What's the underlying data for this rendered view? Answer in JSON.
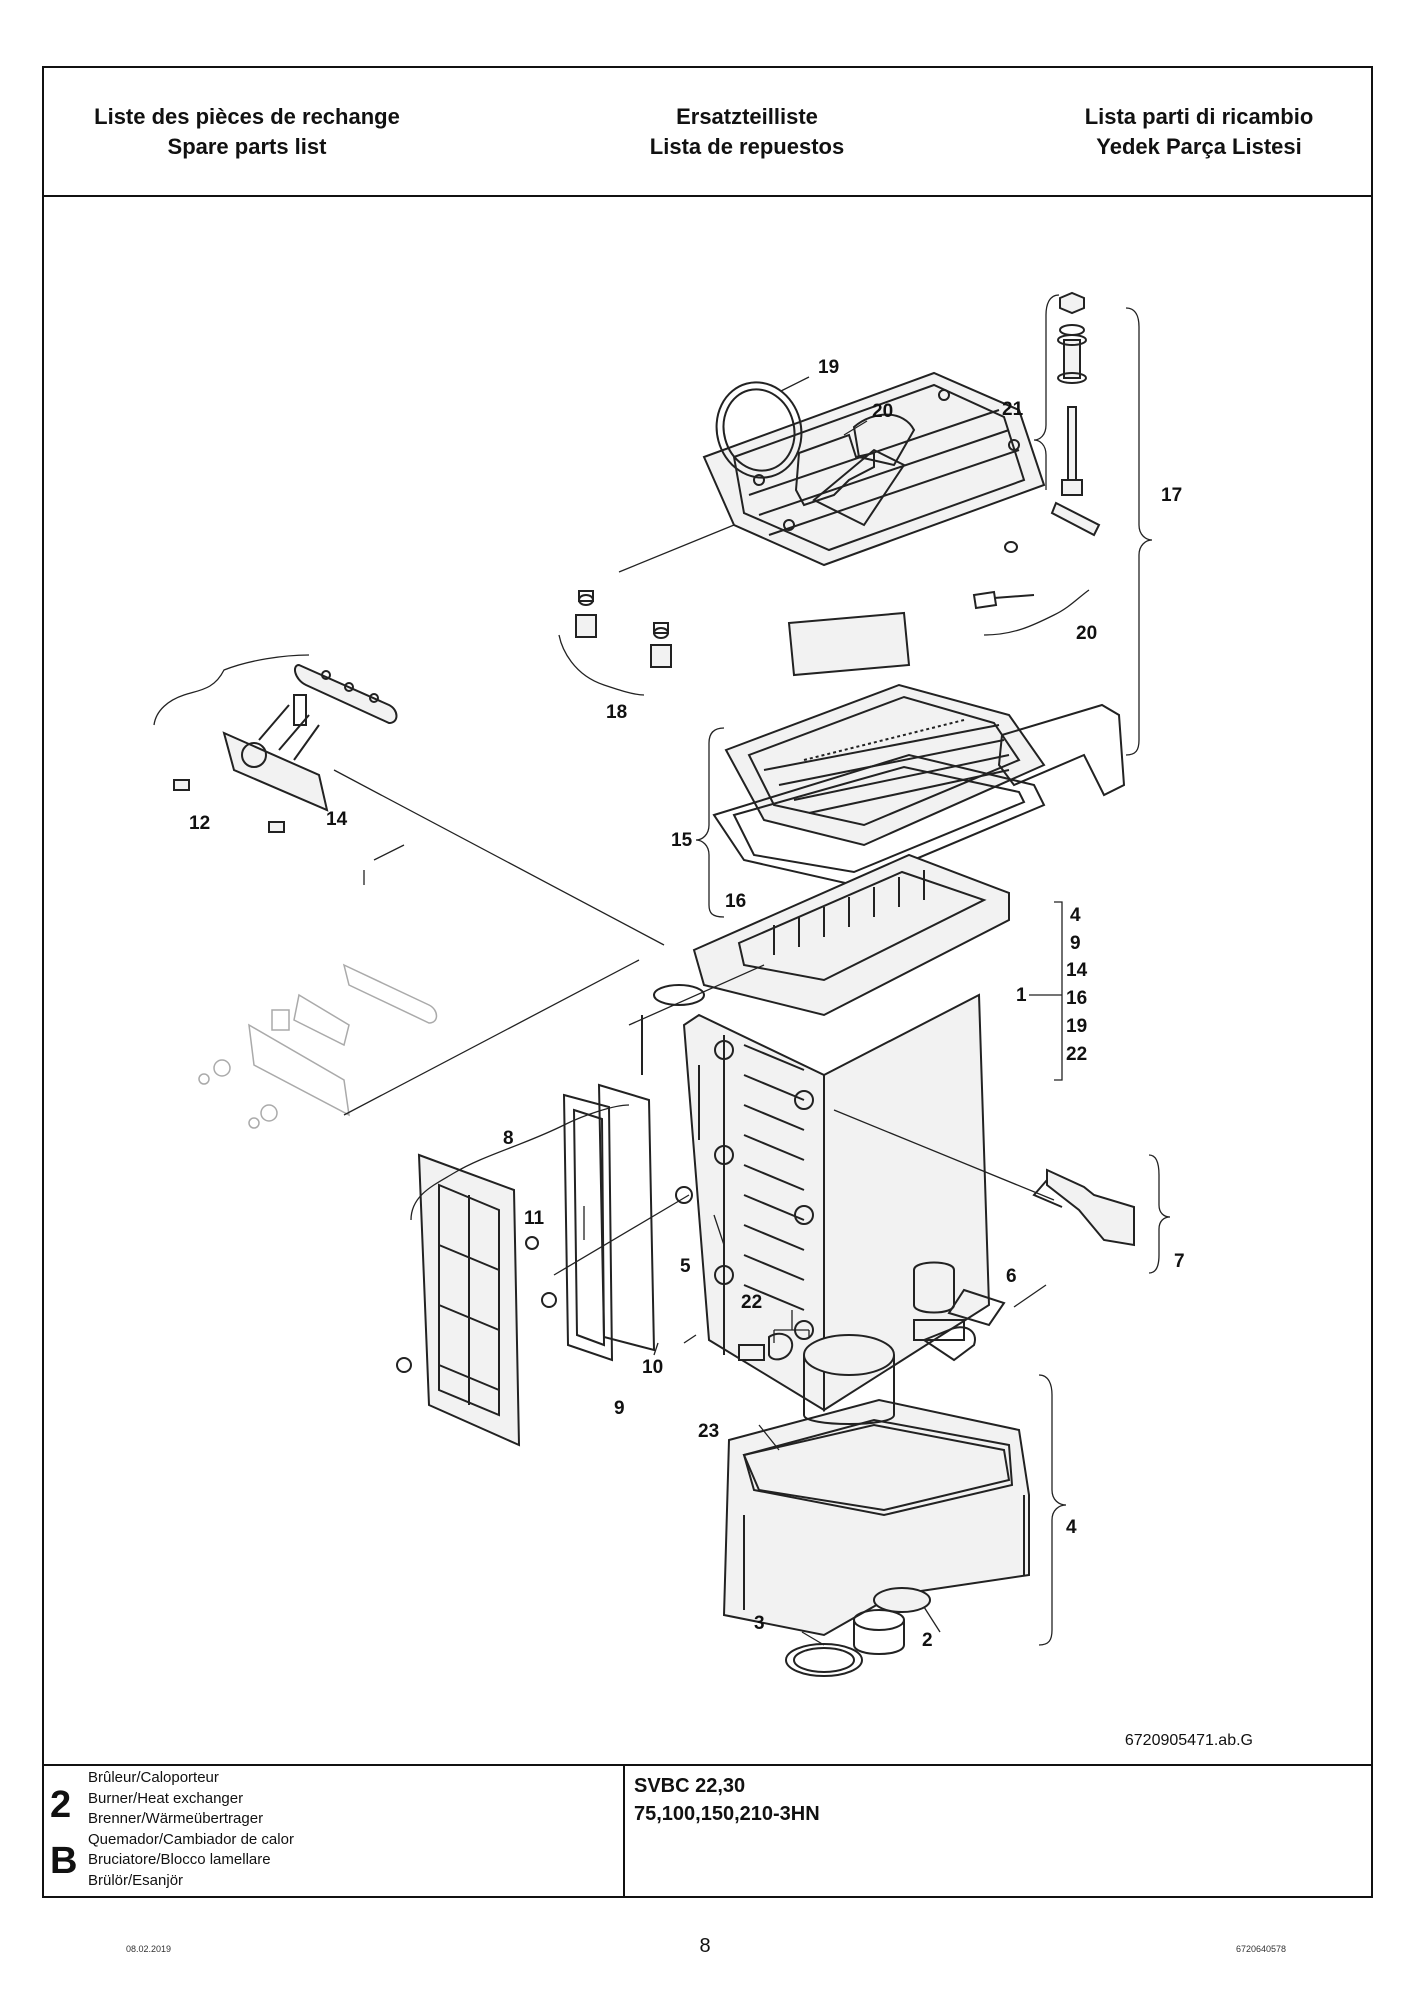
{
  "header": {
    "fr": "Liste des pièces de rechange",
    "en": "Spare parts list",
    "de": "Ersatzteilliste",
    "es": "Lista de repuestos",
    "it": "Lista parti di ricambio",
    "tr": "Yedek Parça Listesi"
  },
  "drawing": {
    "figure_id": "6720905471.ab.G",
    "callouts": {
      "c19": "19",
      "c20a": "20",
      "c21": "21",
      "c17": "17",
      "c20b": "20",
      "c18": "18",
      "c15": "15",
      "c16": "16",
      "c12": "12",
      "c14": "14",
      "c1": "1",
      "g4": "4",
      "g9": "9",
      "g14": "14",
      "g16": "16",
      "g19": "19",
      "g22": "22",
      "c8": "8",
      "c11": "11",
      "c5": "5",
      "c6": "6",
      "c7": "7",
      "c22": "22",
      "c9": "9",
      "c10": "10",
      "c23": "23",
      "c4": "4",
      "c3": "3",
      "c2": "2"
    }
  },
  "footer": {
    "section_number": "2",
    "section_letter": "B",
    "descriptions": [
      "Brûleur/Caloporteur",
      "Burner/Heat exchanger",
      "Brenner/Wärmeübertrager",
      "Quemador/Cambiador de calor",
      "Bruciatore/Blocco lamellare",
      "Brülör/Esanjör"
    ],
    "model_line1": "SVBC 22,30",
    "model_line2": "75,100,150,210-3HN"
  },
  "page": {
    "number": "8",
    "date": "08.02.2019",
    "doc_id": "6720640578"
  }
}
